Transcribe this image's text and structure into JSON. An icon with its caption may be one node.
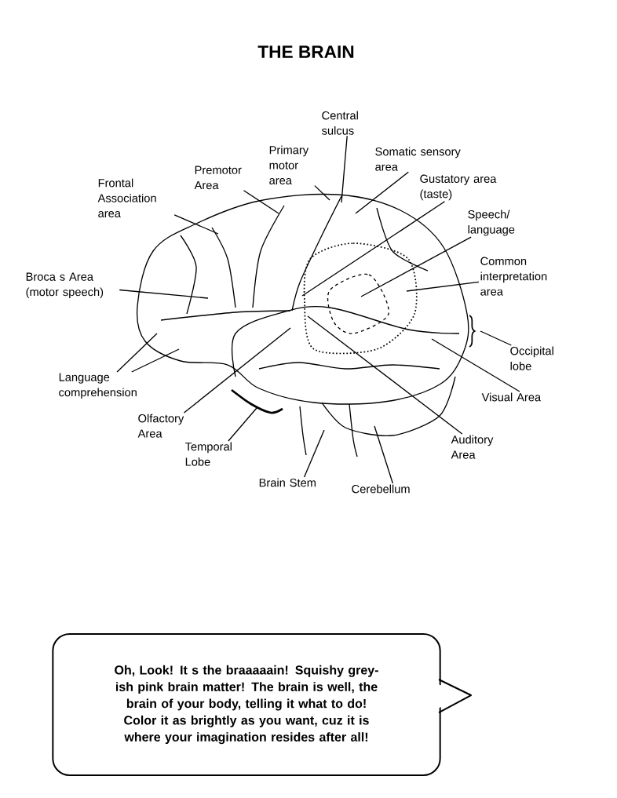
{
  "diagram": {
    "title": "THE BRAIN",
    "nodes": [
      {
        "text": [
          "Central sulcus"
        ]
      },
      {
        "text": [
          "Somatic sensory area"
        ]
      },
      {
        "text": [
          "Primary motor area"
        ]
      },
      {
        "text": [
          "Premotor Area"
        ]
      },
      {
        "text": [
          "Frontal Association area"
        ]
      },
      {
        "text": [
          "Gustatory area (taste)"
        ]
      },
      {
        "text": [
          "Speech/ language"
        ]
      },
      {
        "text": [
          "Common interpretation area"
        ]
      },
      {
        "text": [
          "Broca s Area (motor speech)"
        ]
      },
      {
        "text": [
          "Occipital lobe"
        ]
      },
      {
        "text": [
          "Language comprehension"
        ]
      },
      {
        "text": [
          "Visual Area"
        ]
      },
      {
        "text": [
          "Olfactory Area"
        ]
      },
      {
        "text": [
          "Temporal Lobe"
        ]
      },
      {
        "text": [
          "Auditory Area"
        ]
      },
      {
        "text": [
          "Brain Stem"
        ]
      },
      {
        "text": [
          "Cerebellum"
        ]
      },
      {
        "text": [
          "Oh, Look! It s the braaaaain! Squishy grey-ish pink brain matter! The brain is well, the brain of your body, telling it what to do! Color it as brightly as you want, cuz it is where your imagination resides after all!"
        ]
      }
    ],
    "edges": [
      {
        "from": 0,
        "to": null,
        "arrow": "none"
      },
      {
        "from": 1,
        "to": null,
        "arrow": "none"
      },
      {
        "from": 2,
        "to": null,
        "arrow": "none"
      },
      {
        "from": 3,
        "to": null,
        "arrow": "none"
      },
      {
        "from": 4,
        "to": null,
        "arrow": "none"
      },
      {
        "from": 5,
        "to": null,
        "arrow": "none"
      },
      {
        "from": 6,
        "to": null,
        "arrow": "none"
      },
      {
        "from": 7,
        "to": null,
        "arrow": "none"
      },
      {
        "from": 8,
        "to": null,
        "arrow": "none"
      },
      {
        "from": 9,
        "to": null,
        "arrow": "none"
      },
      {
        "from": 10,
        "to": null,
        "arrow": "none"
      },
      {
        "from": 10,
        "to": null,
        "arrow": "none"
      },
      {
        "from": 11,
        "to": null,
        "arrow": "none"
      },
      {
        "from": 12,
        "to": null,
        "arrow": "none"
      },
      {
        "from": 13,
        "to": null,
        "arrow": "none"
      },
      {
        "from": 14,
        "to": null,
        "arrow": "none"
      },
      {
        "from": 15,
        "to": null,
        "arrow": "none"
      },
      {
        "from": 16,
        "to": null,
        "arrow": "none"
      }
    ]
  }
}
